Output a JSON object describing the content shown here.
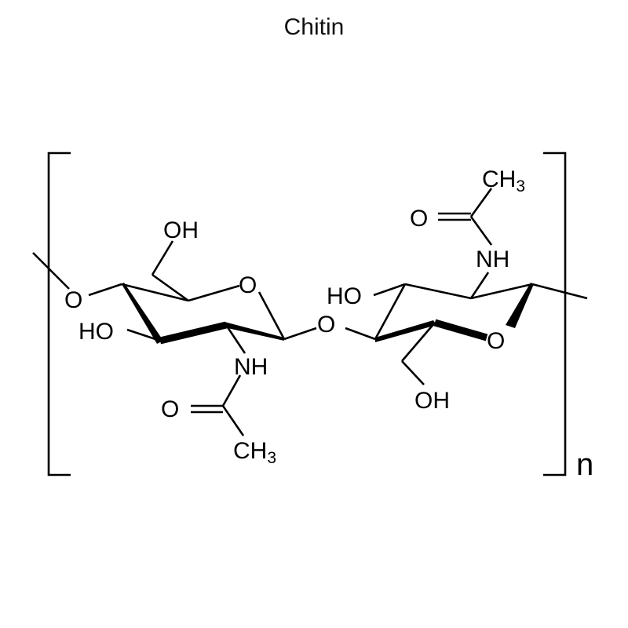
{
  "title": "Chitin",
  "repeat_subscript": "n",
  "atoms": {
    "left_oh_top": "OH",
    "left_ring_o": "O",
    "left_link_o": "O",
    "left_ho": "HO",
    "left_nh": "NH",
    "left_carbonyl_o": "O",
    "left_ch3_c": "CH",
    "left_ch3_sub": "3",
    "glycosidic_o": "O",
    "right_ho": "HO",
    "right_ring_o": "O",
    "right_oh_bottom": "OH",
    "right_nh": "NH",
    "right_carbonyl_o": "O",
    "right_ch3_c": "CH",
    "right_ch3_sub": "3"
  }
}
